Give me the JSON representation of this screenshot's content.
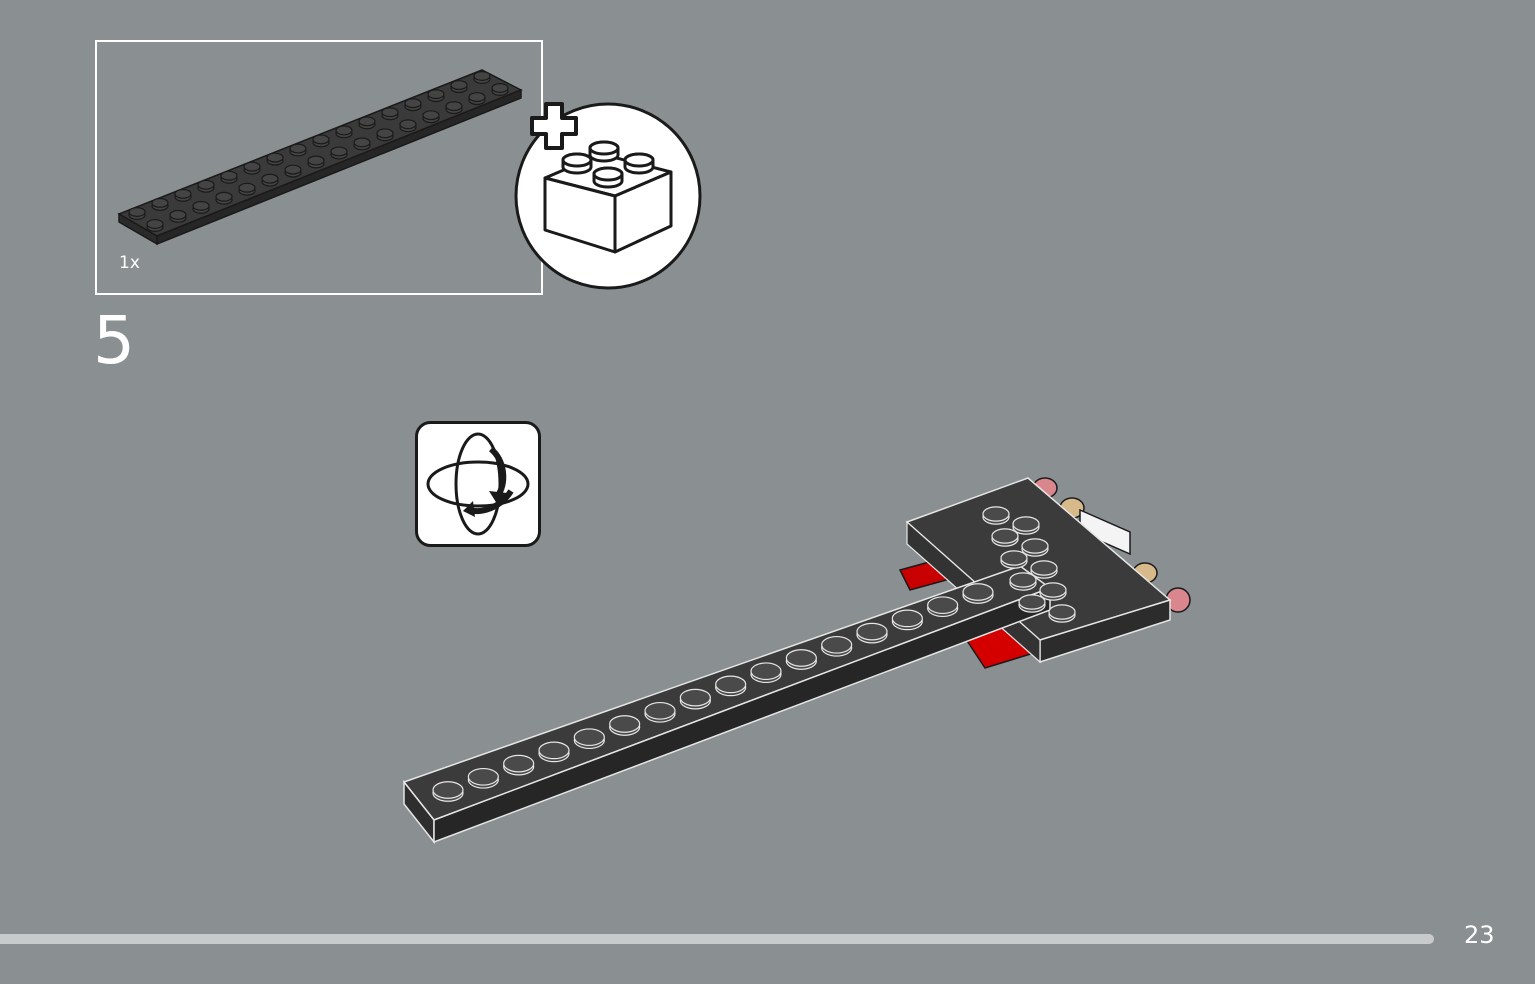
{
  "parts_callout": {
    "quantity": "1x",
    "part_color": "#3a3a3a"
  },
  "step": {
    "number": "5"
  },
  "page": {
    "number": "23",
    "progress": 0.93
  },
  "colors": {
    "background": "#8a9092",
    "plate": "#3b3b3b",
    "accent_red": "#d40000",
    "tan": "#d8b98a"
  },
  "icons": {
    "add_brick": "add-brick-icon",
    "rotate": "rotate-model-icon"
  }
}
